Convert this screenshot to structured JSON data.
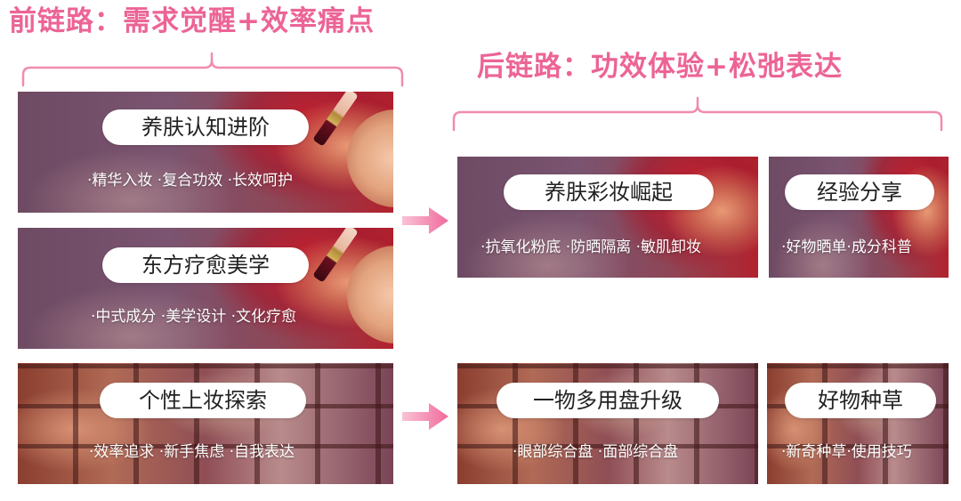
{
  "front_chain": {
    "title": "前链路：需求觉醒+效率痛点",
    "cards": [
      {
        "title": "养肤认知进阶",
        "items": "·精华入妆 ·复合功效 ·长效呵护"
      },
      {
        "title": "东方疗愈美学",
        "items": "·中式成分 ·美学设计 ·文化疗愈"
      },
      {
        "title": "个性上妆探索",
        "items": "·效率追求 ·新手焦虑 ·自我表达"
      }
    ]
  },
  "back_chain": {
    "title": "后链路：功效体验+松弛表达",
    "cards": [
      {
        "title": "养肤彩妆崛起",
        "items": "·抗氧化粉底 ·防晒隔离 ·敏肌卸妆"
      },
      {
        "title": "经验分享",
        "items": "·好物晒单·成分科普"
      },
      {
        "title": "一物多用盘升级",
        "items": "·眼部综合盘 ·面部综合盘"
      },
      {
        "title": "好物种草",
        "items": "·新奇种草·使用技巧"
      }
    ]
  },
  "colors": {
    "accent": "#ec6496",
    "brace": "#f08cb0",
    "arrow": "#f06a9c"
  },
  "icons": [
    "right-arrow-icon",
    "right-arrow-icon"
  ]
}
